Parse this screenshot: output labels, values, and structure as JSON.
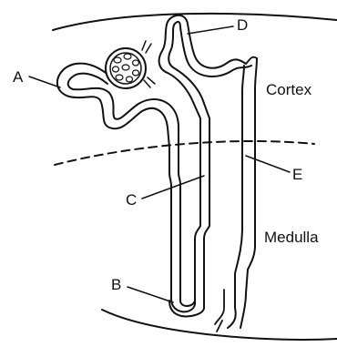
{
  "labels": {
    "a": "A",
    "b": "B",
    "c": "C",
    "d": "D",
    "e": "E",
    "cortex": "Cortex",
    "medulla": "Medulla"
  },
  "colors": {
    "line": "#111111",
    "background": "#ffffff"
  }
}
